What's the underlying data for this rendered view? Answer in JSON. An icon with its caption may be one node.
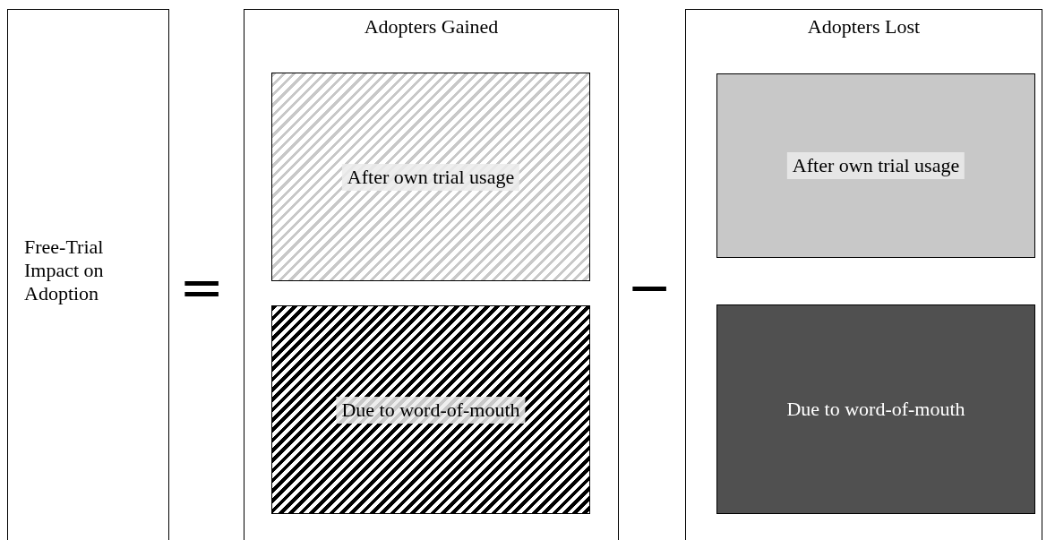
{
  "diagram": {
    "nodes": [
      {
        "text": [
          "Free-Trial Impact on Adoption"
        ]
      },
      {
        "text": [
          "Adopters Gained"
        ]
      },
      {
        "text": [
          "After own trial usage"
        ],
        "in": 1
      },
      {
        "text": [
          "Due to word-of-mouth"
        ],
        "in": 1
      },
      {
        "text": [
          "Adopters Lost"
        ]
      },
      {
        "text": [
          "After own trial usage"
        ],
        "in": 4
      },
      {
        "text": [
          "Due to word-of-mouth"
        ],
        "in": 4
      }
    ],
    "labels": [
      "=",
      "−"
    ]
  }
}
